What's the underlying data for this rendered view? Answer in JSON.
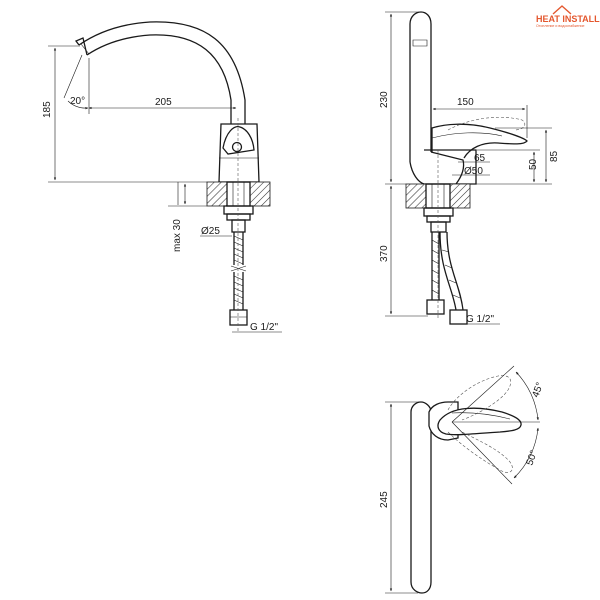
{
  "brand": {
    "name": "HEAT INSTALL",
    "tagline": "Отопление и водоснабжение",
    "color": "#e4572e"
  },
  "front_view": {
    "dim_spout_angle": "20°",
    "dim_spout_reach": "205",
    "dim_height": "185",
    "dim_max_thickness": "max 30",
    "dim_hole_diameter": "Ø25",
    "dim_connection": "G 1/2\""
  },
  "side_view": {
    "dim_spout_height": "230",
    "dim_handle_length": "150",
    "dim_handle_height": "85",
    "dim_body_height": "50",
    "dim_handle_offset": "65",
    "dim_base_diameter": "Ø50",
    "dim_hose_length": "370",
    "dim_connection": "G 1/2\""
  },
  "top_view": {
    "dim_angle_upper": "45°",
    "dim_angle_lower": "50°",
    "dim_spout_length": "245"
  }
}
